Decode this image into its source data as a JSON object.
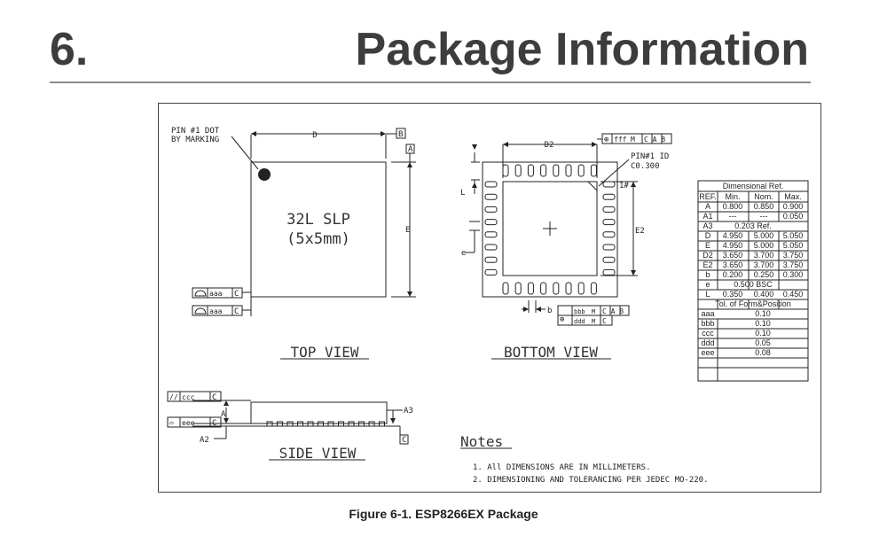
{
  "section": {
    "number": "6.",
    "title": "Package Information"
  },
  "caption": "Figure 6-1. ESP8266EX Package",
  "drawing": {
    "pin1_label_1": "PIN #1 DOT",
    "pin1_label_2": "BY MARKING",
    "dim_D": "D",
    "dim_E": "E",
    "dim_D2": "D2",
    "dim_E2": "E2",
    "dim_L": "L",
    "dim_e": "e",
    "dim_b": "b",
    "dim_A": "A",
    "dim_A2": "A2",
    "dim_A3": "A3",
    "datum_A": "A",
    "datum_B": "B",
    "datum_C": "C",
    "pkg_name": "32L SLP",
    "pkg_size": "(5x5mm)",
    "top_view": "TOP VIEW",
    "bottom_view": "BOTTOM VIEW",
    "side_view": "SIDE VIEW",
    "pin1_id": "PIN#1 ID",
    "pin1_id_size": "C0.300",
    "pin1_mark": "1#",
    "fcf_fff": "fff",
    "fcf_aaa": "aaa",
    "fcf_ccc": "ccc",
    "fcf_eee": "eee",
    "fcf_bbb": "bbb",
    "fcf_ddd": "ddd",
    "fcf_M": "M",
    "fcf_C": "C",
    "fcf_CAB": "C A B",
    "fcf_AB": "A B",
    "fcf_parallel": "//",
    "fcf_flat": "⌓",
    "fcf_position": "⊕"
  },
  "notes": {
    "title": "Notes",
    "items": [
      "1. All DIMENSIONS ARE IN MILLIMETERS.",
      "2. DIMENSIONING AND TOLERANCING PER JEDEC MO-220."
    ]
  },
  "dimension_table": {
    "title": "Dimensional Ref.",
    "headers": [
      "REF.",
      "Min.",
      "Nom.",
      "Max."
    ],
    "rows": [
      [
        "A",
        "0.800",
        "0.850",
        "0.900"
      ],
      [
        "A1",
        "---",
        "---",
        "0.050"
      ],
      [
        "A3",
        "0.203 Ref."
      ],
      [
        "D",
        "4.950",
        "5.000",
        "5.050"
      ],
      [
        "E",
        "4.950",
        "5.000",
        "5.050"
      ],
      [
        "D2",
        "3.650",
        "3.700",
        "3.750"
      ],
      [
        "E2",
        "3.650",
        "3.700",
        "3.750"
      ],
      [
        "b",
        "0.200",
        "0.250",
        "0.300"
      ],
      [
        "e",
        "0.500 BSC"
      ],
      [
        "L",
        "0.350",
        "0.400",
        "0.450"
      ]
    ],
    "tol_title": "Tol. of Form&Position",
    "tol_rows": [
      [
        "aaa",
        "0.10"
      ],
      [
        "bbb",
        "0.10"
      ],
      [
        "ccc",
        "0.10"
      ],
      [
        "ddd",
        "0.05"
      ],
      [
        "eee",
        "0.08"
      ]
    ]
  }
}
